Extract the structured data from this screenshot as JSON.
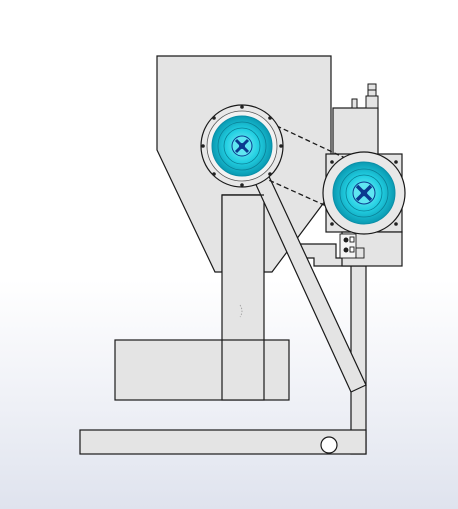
{
  "scene": {
    "view": "front-orthographic",
    "background_colors": [
      "#ffffff",
      "#dfe3ee"
    ],
    "colors": {
      "body_fill": "#e4e4e4",
      "body_stroke": "#1a1a1a",
      "disc_cyan": "#18c8dc",
      "disc_ring": "#0a8fa8",
      "hub_dark": "#0b3b8f",
      "belt_dash": "#1a1a1a"
    },
    "components": [
      "hopper-frame",
      "vertical-column",
      "base-block",
      "bottom-rail",
      "rail-hole",
      "diagonal-arm",
      "right-post",
      "motor-box",
      "motor-cap",
      "cable-gland",
      "drive-pulley-left",
      "drive-pulley-right",
      "belt-lines",
      "terminal-block"
    ]
  }
}
